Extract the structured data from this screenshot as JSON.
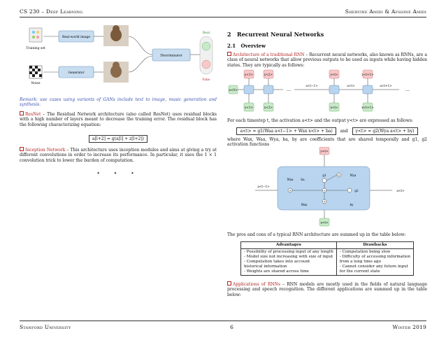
{
  "header": {
    "left": "CS 230 – Deep Learning",
    "right": "Shervine Amidi & Afshine Amidi"
  },
  "footer": {
    "left": "Stanford University",
    "center": "6",
    "right": "Winter 2019"
  },
  "gan_figure": {
    "training_set": "Training set",
    "real_world_image": "Real-world image",
    "noise": "Noise",
    "generator": "Generator",
    "discriminator": "Discriminator",
    "real": "Real",
    "fake": "Fake"
  },
  "remark": "Remark: use cases using variants of GANs include text to image, music generation and synthesis.",
  "resnet": {
    "title": "ResNet",
    "text": " – The Residual Network architecture (also called ResNet) uses residual blocks with a high number of layers meant to decrease the training error. The residual block has the following characterizing equation:",
    "equation": "a[l+2] = g(a[l] + z[l+2])"
  },
  "inception": {
    "title": "Inception Network",
    "text": " – This architecture uses inception modules and aims at giving a try at different convolutions in order to increase its performance. In particular, it uses the 1 × 1 convolution trick to lower the burden of computation."
  },
  "stars": "⋆ ⋆ ⋆",
  "section": {
    "number": "2",
    "title": "Recurrent Neural Networks"
  },
  "subsection": {
    "number": "2.1",
    "title": "Overview"
  },
  "rnn": {
    "title": "Architecture of a traditional RNN",
    "text": " – Recurrent neural networks, also known as RNNs, are a class of neural networks that allow previous outputs to be used as inputs while having hidden states. They are typically as follows:",
    "timestep_text": "For each timestep t, the activation a<t> and the output y<t> are expressed as follows:",
    "eq1": "a<t> = g1(Waa a<t−1> + Wax x<t> + ba)",
    "eq_and": "and",
    "eq2": "y<t> = g2(Wya a<t> + by)",
    "where_text": "where Wax, Waa, Wya, ba, by are coefficients that are shared temporally and g1, g2 activation functions",
    "pros_cons_text": "The pros and cons of a typical RNN architecture are summed up in the table below:"
  },
  "table": {
    "headers": [
      "Advantages",
      "Drawbacks"
    ],
    "advantages": [
      "- Possibility of processing input of any length",
      "- Model size not increasing with size of input",
      "- Computation takes into account",
      "historical information",
      "- Weights are shared across time"
    ],
    "drawbacks": [
      "- Computation being slow",
      "- Difficulty of accessing information",
      "from a long time ago",
      "- Cannot consider any future input",
      "for the current state"
    ]
  },
  "applications": {
    "title": "Applications of RNNs",
    "text": " – RNN models are mostly used in the fields of natural language processing and speech recognition. The different applications are summed up in the table below:"
  },
  "unrolled": {
    "y1": "y<1>",
    "y2": "y<2>",
    "yt": "y<t>",
    "yt1": "y<t+1>",
    "x1": "x<1>",
    "x2": "x<2>",
    "xt": "x<t>",
    "xt1": "x<t+1>",
    "a0": "a<0>",
    "at_1": "a<t−1>",
    "at": "a<t>",
    "at1": "a<t+1>",
    "dots": "…"
  },
  "cell": {
    "y": "y<t>",
    "x": "x<t>",
    "a_in": "a<t−1>",
    "a_out": "a<t>",
    "waa": "Waa",
    "ba": "ba",
    "g1": "g1",
    "wya": "Wya",
    "g2": "g2",
    "wax": "Wax",
    "by": "by"
  },
  "colors": {
    "red_box": "#f8c8c8",
    "green_box": "#c8eac8",
    "blue_box": "#b8d4ef",
    "accent": "#b22222",
    "remark": "#3b52b0"
  }
}
